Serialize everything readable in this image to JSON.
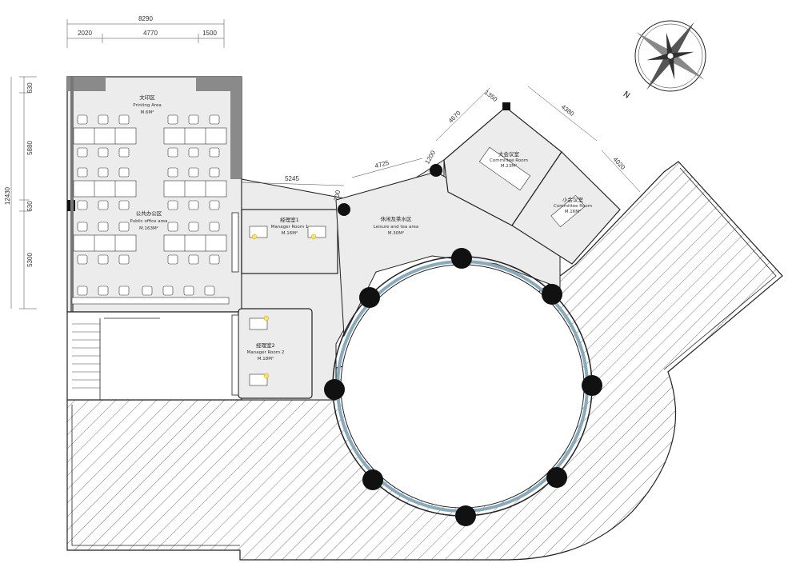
{
  "dimensions": {
    "top_total": "8290",
    "top_left": "2020",
    "top_mid": "4770",
    "top_right": "1500",
    "left_a": "630",
    "left_b": "5880",
    "left_c": "630",
    "left_total": "12430",
    "left_d": "5300",
    "corridor": "5245",
    "diag_a": "4725",
    "diag_b": "4670",
    "diag_c": "4380",
    "diag_d": "4020",
    "small_a": "700",
    "small_b": "1200",
    "small_c": "1350"
  },
  "rooms": {
    "printing": {
      "cn": "文印区",
      "en": "Printing Area",
      "area": "M.6M²"
    },
    "public_office": {
      "cn": "公共办公区",
      "en": "Public office area",
      "area": "M.163M²"
    },
    "manager1": {
      "cn": "经理室1",
      "en": "Manager Room 1",
      "area": "M.16M²"
    },
    "manager2": {
      "cn": "经理室2",
      "en": "Manager Room 2",
      "area": "M.18M²"
    },
    "leisure": {
      "cn": "休闲及茶水区",
      "en": "Leisure and tea area",
      "area": "M.30M²"
    },
    "big_meeting": {
      "cn": "大会议室",
      "en": "Committee Room",
      "area": "M.23M²"
    },
    "small_meeting": {
      "cn": "小会议室",
      "en": "Committee Room",
      "area": "M.16M²"
    }
  },
  "compass": {
    "label": "N",
    "icon": "compass-rose-icon"
  }
}
